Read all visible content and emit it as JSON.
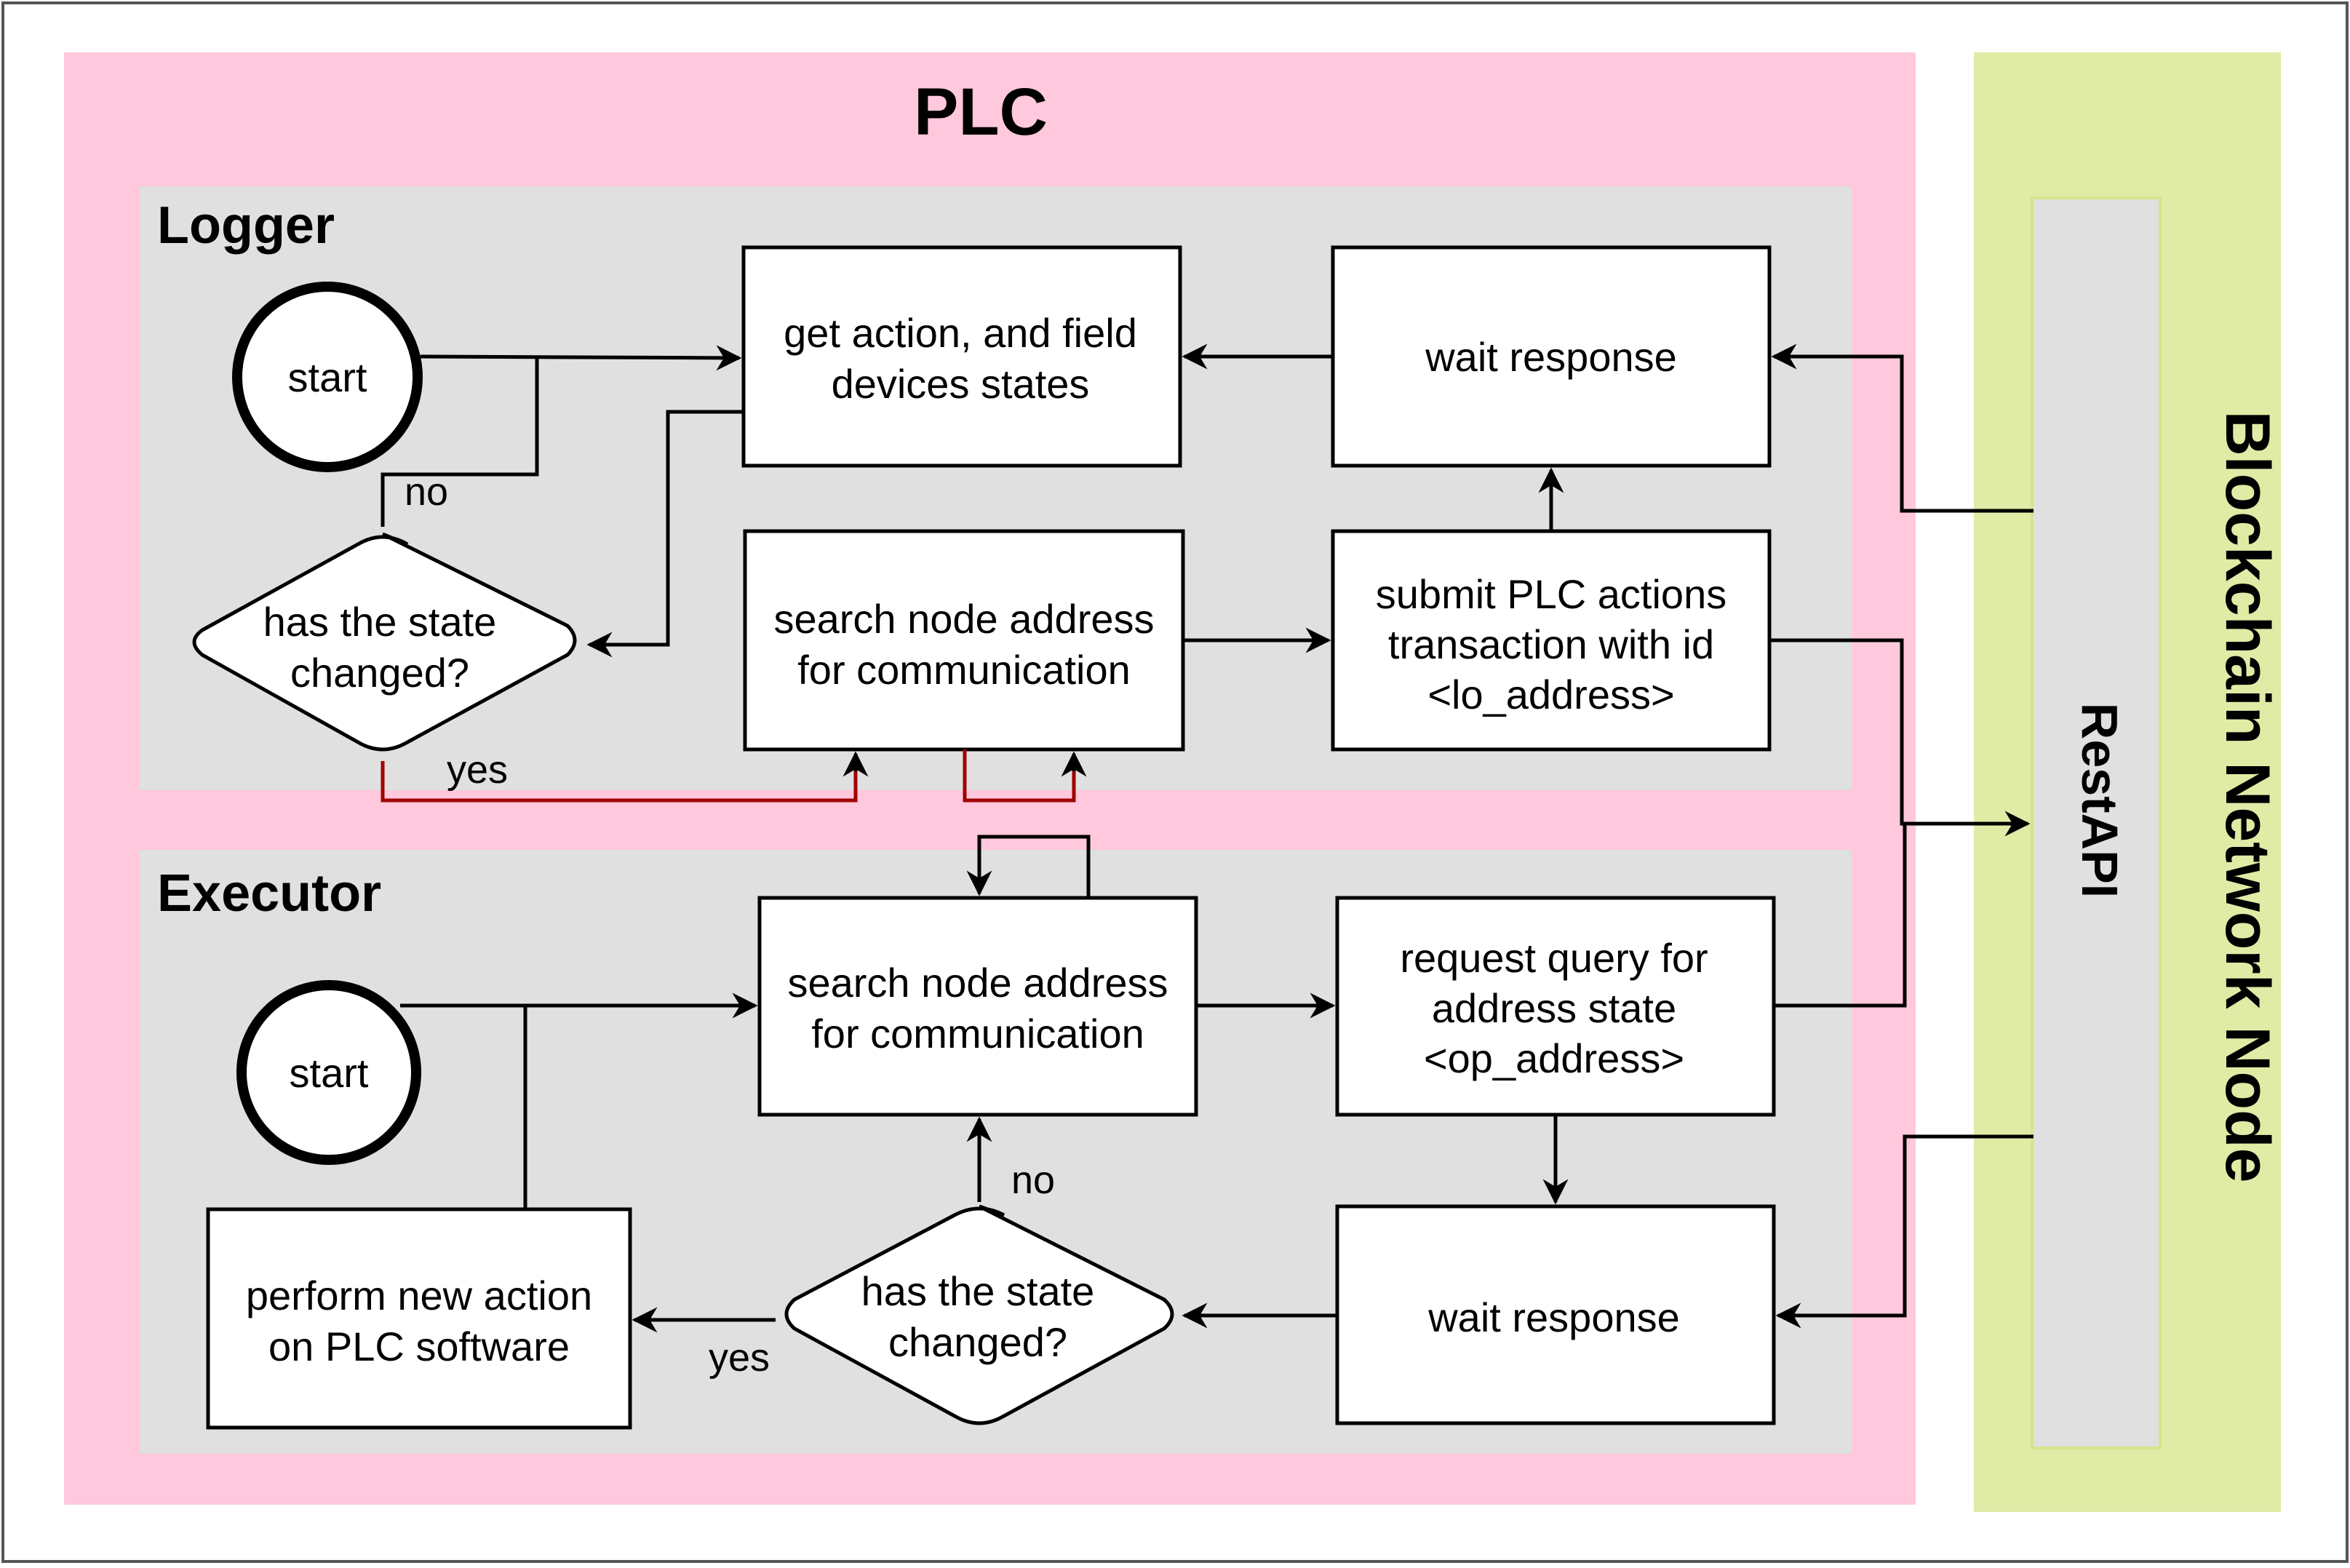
{
  "colors": {
    "plc_background": "#ffc8dc",
    "module_background": "#e0e0e0",
    "blockchain_background": "#e0eba6",
    "restapi_background": "#e0e0e0",
    "red_connector": "#a00000",
    "black": "#000000"
  },
  "plc": {
    "title": "PLC"
  },
  "logger": {
    "title": "Logger",
    "start": "start",
    "get_action": [
      "get action, and field",
      "devices states"
    ],
    "wait_response": "wait response",
    "decision": [
      "has the state",
      "changed?"
    ],
    "search_node": [
      "search node address",
      "for communication"
    ],
    "submit_tx": [
      "submit PLC actions",
      "transaction with id",
      "<lo_address>"
    ],
    "label_no": "no",
    "label_yes": "yes"
  },
  "executor": {
    "title": "Executor",
    "start": "start",
    "search_node": [
      "search node address",
      "for communication"
    ],
    "request_query": [
      "request query for",
      "address state",
      "<op_address>"
    ],
    "wait_response": "wait response",
    "decision": [
      "has the state",
      "changed?"
    ],
    "perform_action": [
      "perform new action",
      "on PLC software"
    ],
    "label_no": "no",
    "label_yes": "yes"
  },
  "blockchain": {
    "title": "Blockchain Network Node",
    "restapi": "RestAPI"
  }
}
